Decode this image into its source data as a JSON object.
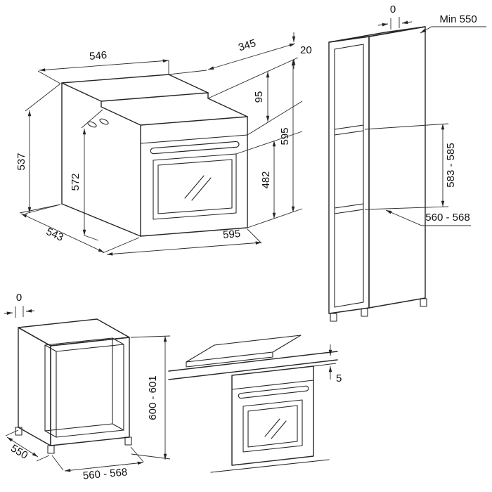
{
  "figure": {
    "type": "technical-installation-diagram",
    "subject": "built-in compact oven installation dimensions"
  },
  "colors": {
    "line": "#26262a",
    "background": "#ffffff",
    "text": "#111111"
  },
  "oven_view": {
    "dims": {
      "top_width": "546",
      "top_depth": "345",
      "top_clearance": "20",
      "fascia_height": "95",
      "door_height": "482",
      "overall_height": "595",
      "side_height": "537",
      "cavity_height": "572",
      "side_depth": "543",
      "overall_width": "595"
    }
  },
  "tall_unit_view": {
    "dims": {
      "top_gap": "0",
      "min_depth": "Min 550",
      "niche_height": "583 - 585",
      "niche_width": "560 - 568"
    }
  },
  "base_unit_view": {
    "dims": {
      "top_gap": "0",
      "height": "600 - 601",
      "depth": "550",
      "width": "560 - 568"
    }
  },
  "worktop_view": {
    "dims": {
      "clearance": "5"
    }
  }
}
